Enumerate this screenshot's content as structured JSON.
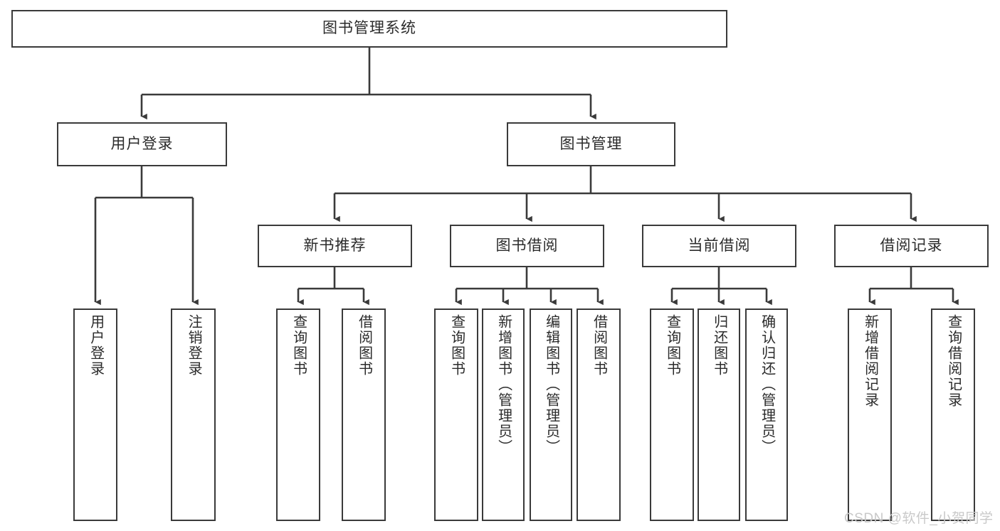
{
  "diagram": {
    "title_node": {
      "label": "图书管理系统"
    },
    "level1": [
      {
        "id": "user-login",
        "label": "用户登录"
      },
      {
        "id": "book-manage",
        "label": "图书管理"
      }
    ],
    "level2": [
      {
        "id": "new-book-recommend",
        "label": "新书推荐"
      },
      {
        "id": "book-borrow",
        "label": "图书借阅"
      },
      {
        "id": "current-borrow",
        "label": "当前借阅"
      },
      {
        "id": "borrow-record",
        "label": "借阅记录"
      }
    ],
    "leaves": [
      {
        "id": "leaf-user-login",
        "label": "用户登录"
      },
      {
        "id": "leaf-user-logout",
        "label": "注销登录"
      },
      {
        "id": "leaf-query-book-1",
        "label": "查询图书"
      },
      {
        "id": "leaf-borrow-book-1",
        "label": "借阅图书"
      },
      {
        "id": "leaf-query-book-2",
        "label": "查询图书"
      },
      {
        "id": "leaf-add-book",
        "label": "新增图书（管理员）"
      },
      {
        "id": "leaf-edit-book",
        "label": "编辑图书（管理员）"
      },
      {
        "id": "leaf-borrow-book-2",
        "label": "借阅图书"
      },
      {
        "id": "leaf-query-book-3",
        "label": "查询图书"
      },
      {
        "id": "leaf-return-book",
        "label": "归还图书"
      },
      {
        "id": "leaf-confirm-return",
        "label": "确认归还（管理员）"
      },
      {
        "id": "leaf-add-record",
        "label": "新增借阅记录"
      },
      {
        "id": "leaf-query-record",
        "label": "查询借阅记录"
      }
    ],
    "watermark": "CSDN @软件_小贺同学",
    "colors": {
      "line": "#3a3a3a",
      "text": "#2b2b2b",
      "background": "#ffffff",
      "watermark": "#c9c9c9"
    }
  }
}
